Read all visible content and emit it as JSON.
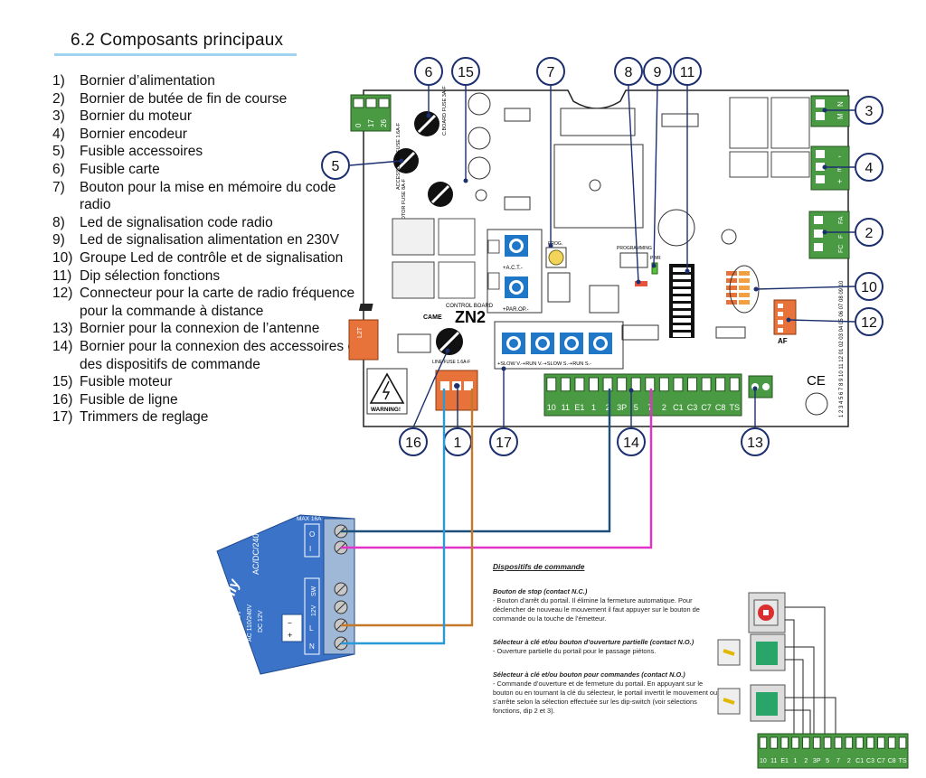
{
  "section_title": "6.2 Composants principaux",
  "components": [
    {
      "num": "1)",
      "label": "Bornier d’alimentation"
    },
    {
      "num": "2)",
      "label": "Bornier de butée de fin de course"
    },
    {
      "num": "3)",
      "label": "Bornier du moteur"
    },
    {
      "num": "4)",
      "label": "Bornier encodeur"
    },
    {
      "num": "5)",
      "label": "Fusible accessoires"
    },
    {
      "num": "6)",
      "label": "Fusible carte"
    },
    {
      "num": "7)",
      "label": "Bouton pour la mise en mémoire du code radio"
    },
    {
      "num": "8)",
      "label": "Led de signalisation code radio"
    },
    {
      "num": "9)",
      "label": "Led de signalisation alimentation en 230V"
    },
    {
      "num": "10)",
      "label": "Groupe Led de contrôle et de signalisation"
    },
    {
      "num": "11)",
      "label": "Dip sélection fonctions"
    },
    {
      "num": "12)",
      "label": "Connecteur pour la carte de radio fréquence pour la commande à distance"
    },
    {
      "num": "13)",
      "label": "Bornier pour la connexion de l’antenne"
    },
    {
      "num": "14)",
      "label": "Bornier pour la connexion des accessoires et des dispositifs de commande"
    },
    {
      "num": "15)",
      "label": "Fusible moteur"
    },
    {
      "num": "16)",
      "label": "Fusible de ligne"
    },
    {
      "num": "17)",
      "label": "Trimmers de reglage"
    }
  ],
  "board": {
    "label_control_board": "CONTROL BOARD",
    "label_came": "CAME",
    "label_model": "ZN2",
    "label_warning": "WARNING!",
    "label_line_fuse": "LINE FUSE 1.6A-F",
    "label_motor_fuse": "MOTOR FUSE 8A-F",
    "label_acc_fuse": "ACCESSORIES FUSE 1.6A-F",
    "label_cboard_fuse": "C.BOARD FUSE 3A-F",
    "label_prog": "PROG.",
    "label_programming": "PROGRAMMING",
    "label_pwr": "PWR",
    "label_af": "AF",
    "label_ce": "CE",
    "trimmer_act": "+A.C.T.-",
    "trimmer_parop": "+PAR.OP.-",
    "trimmer_row": "+SLOW  V.-+RUN  V.-+SLOW  S.-+RUN  S.-",
    "power_terminals": [
      "0",
      "17",
      "26"
    ],
    "l2t_label": "L2T",
    "motor_terminals": [
      "M",
      "N"
    ],
    "encoder_terminals": [
      "+",
      "E",
      "-"
    ],
    "limit_terminals": [
      "FC",
      "F",
      "FA"
    ],
    "bottom_terminals": [
      "10",
      "11",
      "E1",
      "1",
      "2",
      "3P",
      "5",
      "7",
      "2",
      "C1",
      "C3",
      "C7",
      "C8",
      "TS"
    ],
    "right_edge_numbers": "1 2 3 4 5 6 7 8 9 10 11 12 01 02 03 04 05 06 07 08 09 10"
  },
  "callouts": [
    "6",
    "15",
    "7",
    "8",
    "9",
    "11",
    "3",
    "5",
    "4",
    "2",
    "10",
    "12",
    "16",
    "1",
    "17",
    "14",
    "13"
  ],
  "shelly": {
    "brand": "Shelly",
    "max": "MAX 16A",
    "rating_top": "AC/DC/240V",
    "rating_mid1": "DC 12V",
    "rating_mid2": "AC 110/240V",
    "rating_mid3": "DC 24/240V",
    "terminals_top": [
      "O",
      "I"
    ],
    "terminals_bottom": [
      "SW",
      "12V",
      "L",
      "N"
    ],
    "sym_plus": "+",
    "sym_minus": "−"
  },
  "devices": {
    "title": "Dispositifs de commande",
    "stop_head": "Bouton de stop (contact N.C.)",
    "stop_body": "- Bouton d’arrêt du portail. Il élimine la fermeture automatique. Pour déclencher de nouveau le mouvement il faut appuyer sur le bouton de commande ou la touche de l’émetteur.",
    "partial_head": "Sélecteur à clé et/ou bouton d’ouverture partielle (contact N.O.)",
    "partial_body": "- Ouverture partielle du portail pour le passage piétons.",
    "cmd_head": "Sélecteur à clé et/ou bouton pour commandes (contact N.O.)",
    "cmd_body": "- Commande d’ouverture et de fermeture du portail. En appuyant sur le bouton ou en tournant la clé du sélecteur, le portail invertit le mouvement ou s’arrête selon la sélection effectuée sur les dip-switch (voir sélections fonctions, dip 2 et 3).",
    "strip_terminals": [
      "10",
      "11",
      "E1",
      "1",
      "2",
      "3P",
      "5",
      "7",
      "2",
      "C1",
      "C3",
      "C7",
      "C8",
      "TS"
    ]
  },
  "colors": {
    "wire_blue": "#2a9ad6",
    "wire_brown": "#c4782a",
    "wire_magenta": "#e233c8",
    "wire_navy": "#1d4f7a",
    "terminal_green": "#4a9a43",
    "terminal_orange": "#e8733a",
    "trimmer_blue": "#1e77c7",
    "shelly_blue": "#3b73c8",
    "callout_blue": "#1c2f6f"
  }
}
